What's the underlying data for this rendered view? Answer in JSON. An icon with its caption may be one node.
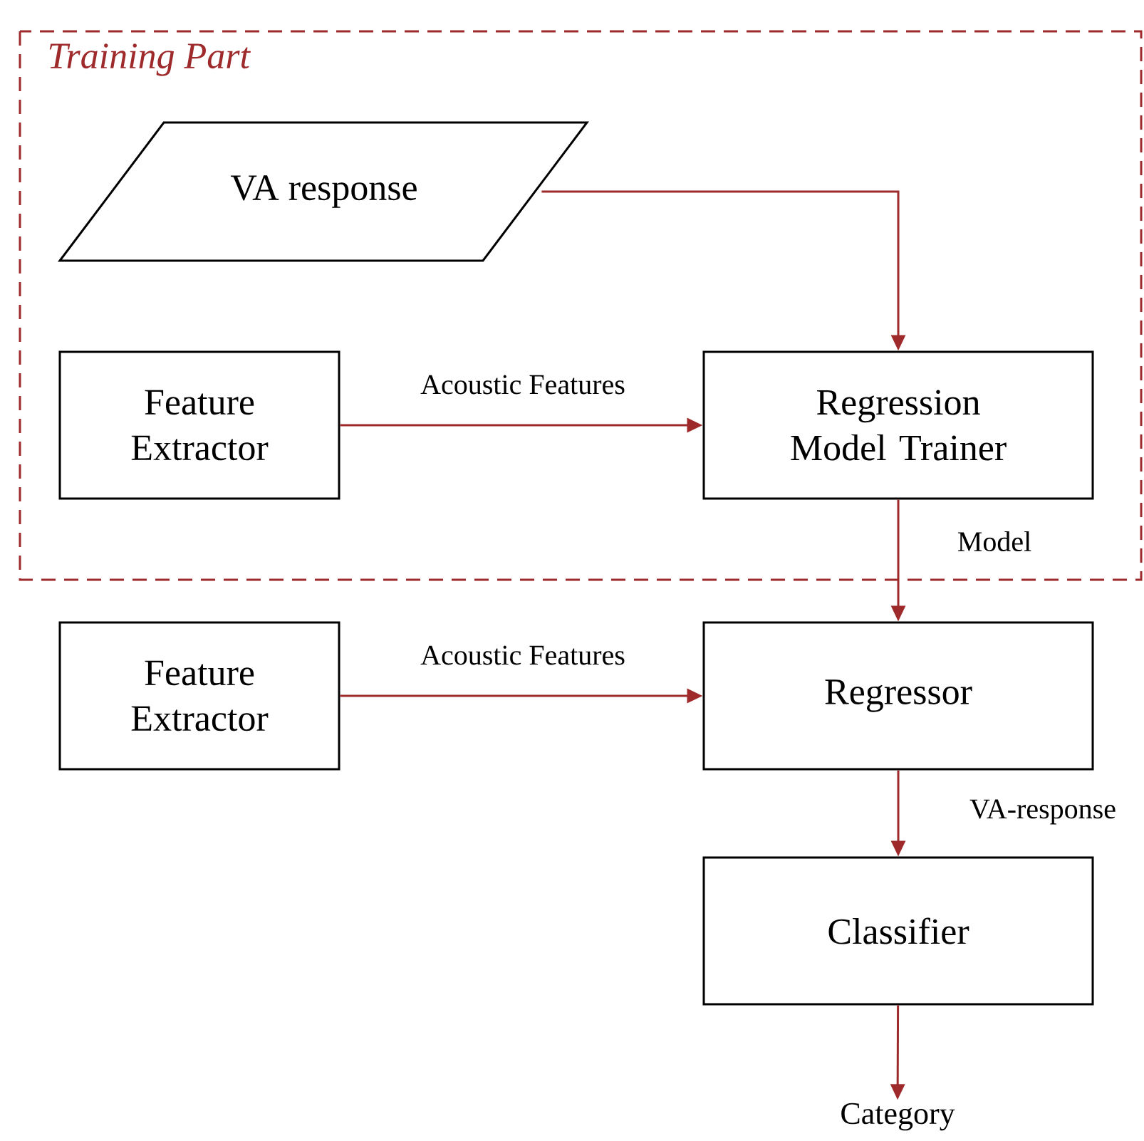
{
  "diagram": {
    "nodes": [
      {
        "text": [
          "Training Part"
        ]
      },
      {
        "text": [
          "VA response"
        ],
        "in": 0
      },
      {
        "text": [
          "Feature Extractor"
        ],
        "in": 0
      },
      {
        "text": [
          "Regression Model Trainer"
        ],
        "in": 0
      },
      {
        "text": [
          "Feature Extractor"
        ]
      },
      {
        "text": [
          "Regressor"
        ]
      },
      {
        "text": [
          "Classifier"
        ]
      },
      {
        "text": [
          "Category"
        ]
      }
    ],
    "edges": [
      {
        "from": 1,
        "to": 3,
        "arrow": "to"
      },
      {
        "from": 2,
        "to": 3,
        "arrow": "to",
        "label": "Acoustic Features"
      },
      {
        "from": 3,
        "to": 5,
        "arrow": "to",
        "label": "Model"
      },
      {
        "from": 4,
        "to": 5,
        "arrow": "to",
        "label": "Acoustic Features"
      },
      {
        "from": 5,
        "to": 6,
        "arrow": "to",
        "label": "VA-response"
      },
      {
        "from": 6,
        "to": 7,
        "arrow": "to"
      }
    ]
  }
}
